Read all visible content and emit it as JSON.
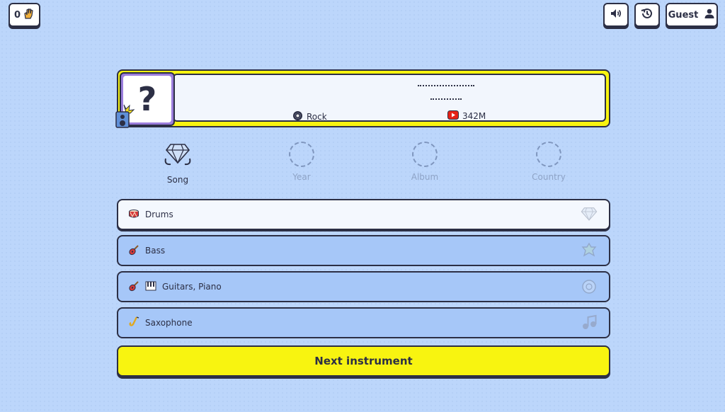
{
  "header": {
    "score": "0",
    "sound_icon": "speaker-icon",
    "history_icon": "history-icon",
    "guest_label": "Guest",
    "user_icon": "user-icon"
  },
  "track_card": {
    "cover_text": "?",
    "genre_label": "Rock",
    "views_label": "342M"
  },
  "progress_steps": [
    {
      "label": "Song",
      "completed": true,
      "icon": "diamond-badge-icon"
    },
    {
      "label": "Year",
      "completed": false
    },
    {
      "label": "Album",
      "completed": false
    },
    {
      "label": "Country",
      "completed": false
    }
  ],
  "instruments": [
    {
      "label": "Drums",
      "icon": "drum-icon",
      "active": true
    },
    {
      "label": "Bass",
      "icon": "guitar-icon",
      "active": false
    },
    {
      "label": "Guitars, Piano",
      "icon": "guitar-piano-icon",
      "active": false
    },
    {
      "label": "Saxophone",
      "icon": "saxophone-icon",
      "active": false
    }
  ],
  "next_button_label": "Next instrument",
  "colors": {
    "background": "#bcd6fb",
    "accent_yellow": "#f8f410",
    "outline": "#2c2f45",
    "option_blue": "#a6c7f8",
    "cover_purple": "#9b7ddc"
  }
}
